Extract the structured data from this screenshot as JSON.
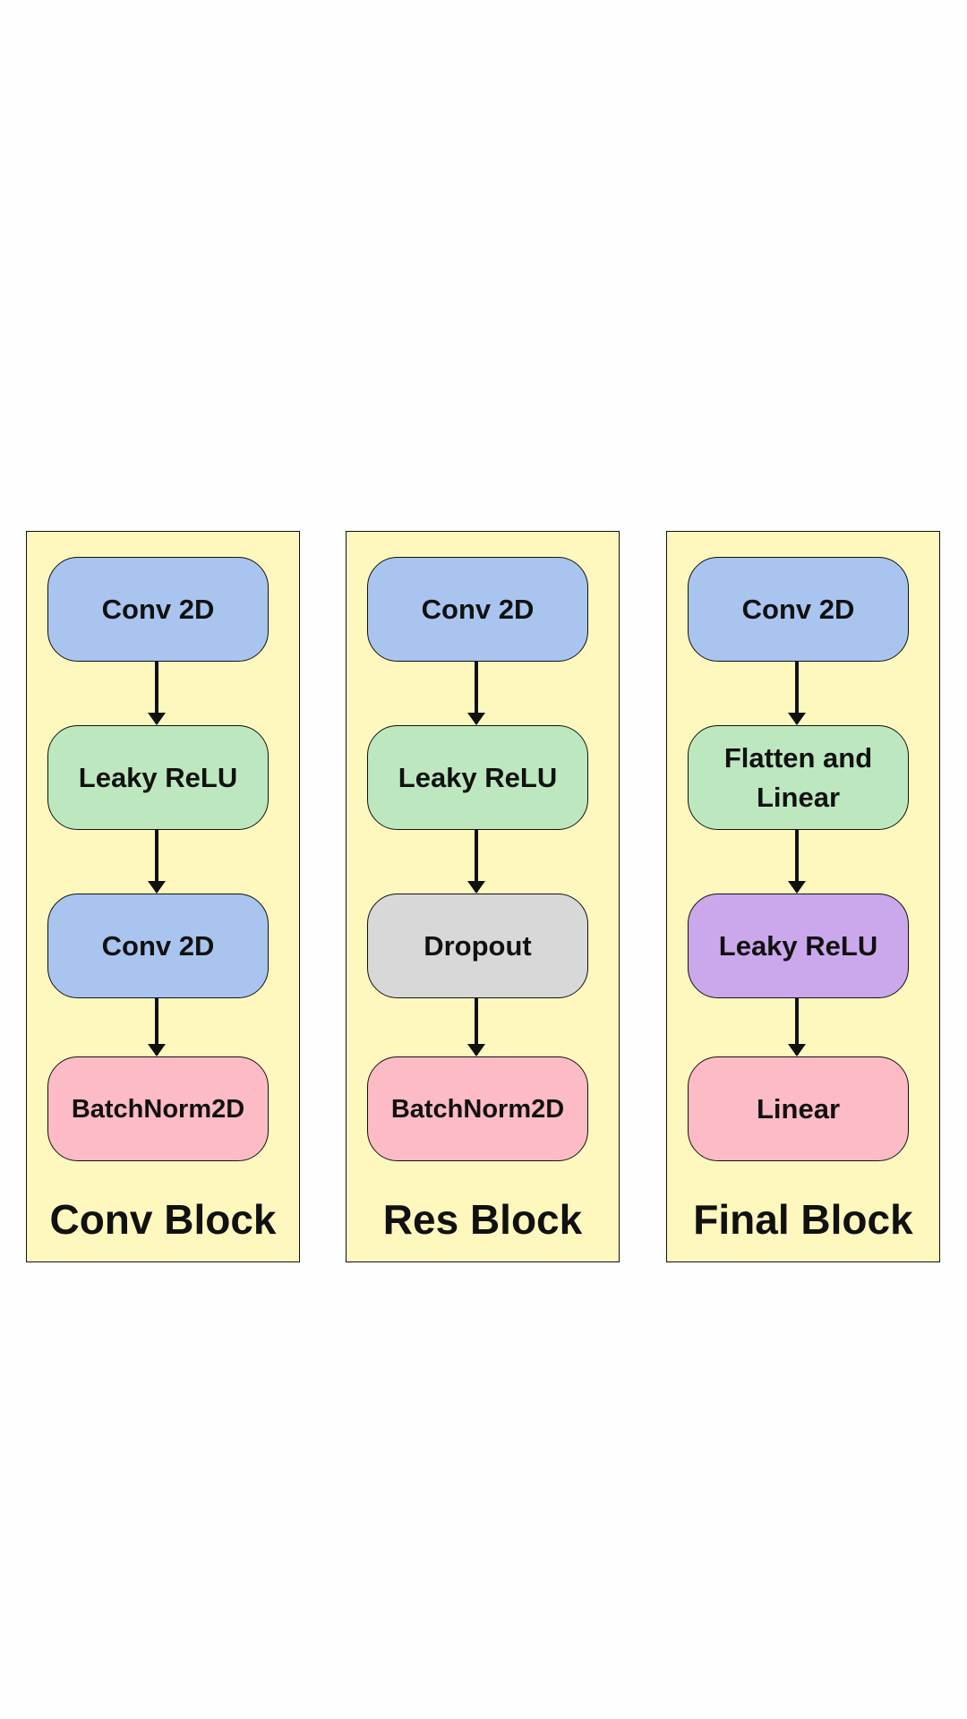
{
  "blocks": [
    {
      "title": "Conv Block",
      "nodes": [
        {
          "label": "Conv 2D",
          "color": "#a9c5ef"
        },
        {
          "label": "Leaky ReLU",
          "color": "#bde8bf"
        },
        {
          "label": "Conv 2D",
          "color": "#a9c5ef"
        },
        {
          "label": "BatchNorm2D",
          "color": "#fdbbc6"
        }
      ]
    },
    {
      "title": "Res Block",
      "nodes": [
        {
          "label": "Conv 2D",
          "color": "#a9c5ef"
        },
        {
          "label": "Leaky ReLU",
          "color": "#bde8bf"
        },
        {
          "label": "Dropout",
          "color": "#d8d8d8"
        },
        {
          "label": "BatchNorm2D",
          "color": "#fdbbc6"
        }
      ]
    },
    {
      "title": "Final Block",
      "nodes": [
        {
          "label": "Conv 2D",
          "color": "#a9c5ef"
        },
        {
          "label": "Flatten and Linear",
          "color": "#bde8bf"
        },
        {
          "label": "Leaky ReLU",
          "color": "#cba8ec"
        },
        {
          "label": "Linear",
          "color": "#fdbbc6"
        }
      ]
    }
  ],
  "colors": {
    "block_background": "#fef8be",
    "border": "#111111",
    "page_background": "#fefefe"
  }
}
